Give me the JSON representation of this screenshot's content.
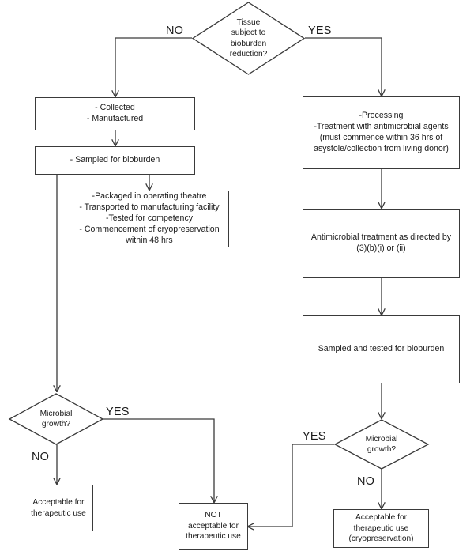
{
  "diagram": {
    "title": "Tissue bioburden reduction decision flowchart",
    "line_color": "#3a3a3a",
    "text_color": "#1a1a1a",
    "background": "#ffffff"
  },
  "nodes": {
    "decision_bioburden": {
      "text": "Tissue\nsubject to\nbioburden\nreduction?"
    },
    "left_collected": {
      "text": "- Collected\n- Manufactured"
    },
    "left_sampled": {
      "text": "- Sampled for bioburden"
    },
    "left_packaged": {
      "text": "-Packaged in operating theatre\n- Transported to manufacturing facility\n-Tested for competency\n- Commencement of cryopreservation\nwithin 48 hrs"
    },
    "right_processing": {
      "text": "-Processing\n-Treatment with antimicrobial agents\n(must commence within 36 hrs of\nasystole/collection from living donor)"
    },
    "right_antimicrobial": {
      "text": "Antimicrobial treatment as directed by\n(3)(b)(i) or (ii)"
    },
    "right_sampled": {
      "text": "Sampled and tested for bioburden"
    },
    "decision_growth_left": {
      "text": "Microbial\ngrowth?"
    },
    "decision_growth_right": {
      "text": "Microbial\ngrowth?"
    },
    "left_acceptable": {
      "text": "Acceptable for\ntherapeutic use"
    },
    "not_acceptable": {
      "text": "NOT\nacceptable for\ntherapeutic use"
    },
    "right_acceptable": {
      "text": "Acceptable for\ntherapeutic use\n(cryopreservation)"
    }
  },
  "edge_labels": {
    "top_no": "NO",
    "top_yes": "YES",
    "left_yes": "YES",
    "left_no": "NO",
    "right_yes": "YES",
    "right_no": "NO"
  }
}
